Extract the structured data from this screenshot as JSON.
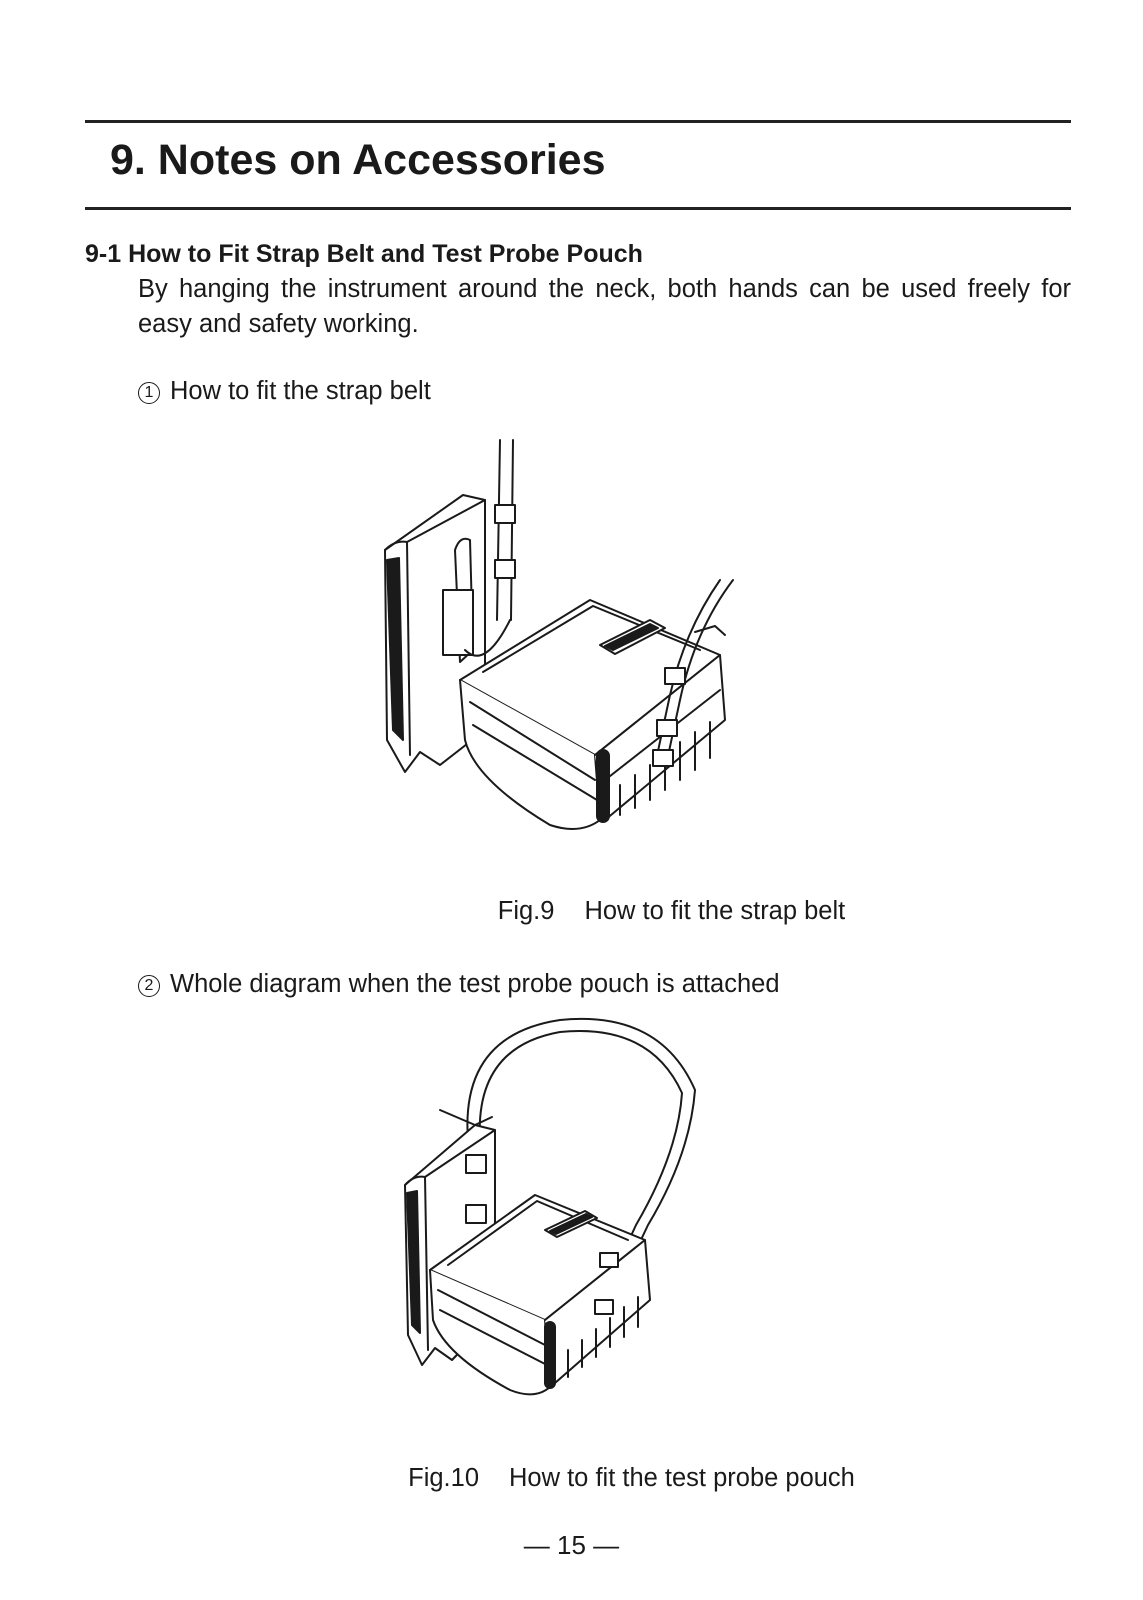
{
  "section": {
    "title": "9. Notes on Accessories"
  },
  "subsection": {
    "heading": "9-1 How to Fit Strap Belt and Test Probe Pouch",
    "intro": "By hanging the instrument around the neck, both hands can be used freely for easy and safety working."
  },
  "steps": [
    {
      "number": "1",
      "text": "How to fit the strap belt"
    },
    {
      "number": "2",
      "text": "Whole diagram when the test probe pouch is attached"
    }
  ],
  "figures": [
    {
      "label": "Fig.9",
      "caption": "How to fit the strap belt"
    },
    {
      "label": "Fig.10",
      "caption": "How to fit the test probe pouch"
    }
  ],
  "page": {
    "number": "15"
  }
}
